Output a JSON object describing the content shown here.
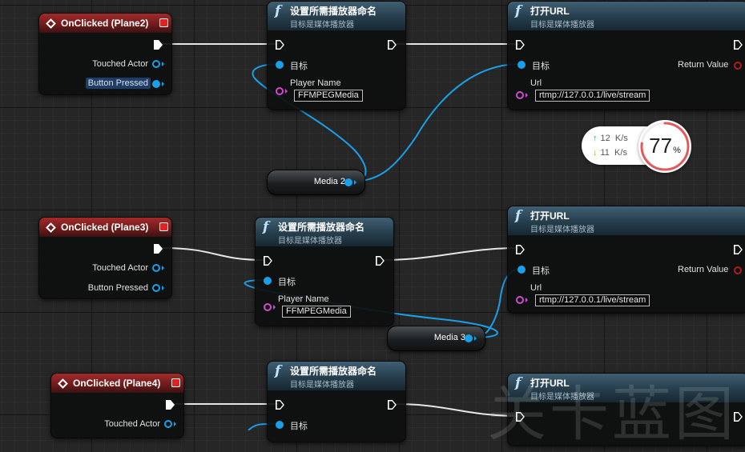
{
  "events": [
    {
      "title": "OnClicked (Plane2)",
      "touched_actor": "Touched Actor",
      "button_pressed": "Button Pressed"
    },
    {
      "title": "OnClicked (Plane3)",
      "touched_actor": "Touched Actor",
      "button_pressed": "Button Pressed"
    },
    {
      "title": "OnClicked (Plane4)",
      "touched_actor": "Touched Actor"
    }
  ],
  "set_player_nodes": [
    {
      "title": "设置所需播放器命名",
      "subtitle": "目标是媒体播放器",
      "target": "目标",
      "player_name_label": "Player Name",
      "player_name_value": "FFMPEGMedia"
    },
    {
      "title": "设置所需播放器命名",
      "subtitle": "目标是媒体播放器",
      "target": "目标",
      "player_name_label": "Player Name",
      "player_name_value": "FFMPEGMedia"
    },
    {
      "title": "设置所需播放器命名",
      "subtitle": "目标是媒体播放器",
      "target": "目标"
    }
  ],
  "open_url_nodes": [
    {
      "title": "打开URL",
      "subtitle": "目标是媒体播放器",
      "target": "目标",
      "return_value": "Return Value",
      "url_label": "Url",
      "url_value": "rtmp://127.0.0.1/live/stream"
    },
    {
      "title": "打开URL",
      "subtitle": "目标是媒体播放器",
      "target": "目标",
      "return_value": "Return Value",
      "url_label": "Url",
      "url_value": "rtmp://127.0.0.1/live/stream"
    },
    {
      "title": "打开URL",
      "subtitle": "目标是媒体播放器"
    }
  ],
  "variables": [
    {
      "label": "Media 2"
    },
    {
      "label": "Media 3"
    }
  ],
  "network_overlay": {
    "upload": "12",
    "upload_unit": "K/s",
    "download": "11",
    "download_unit": "K/s",
    "usage_percent": 77,
    "usage_text": "77",
    "percent_sign": "%"
  },
  "watermark": "关卡蓝图",
  "colors": {
    "exec_wire": "#e6e6e6",
    "object_wire": "#1aa0e8",
    "event_header": "#a22a2a",
    "function_header": "#3f5f72",
    "gauge_arc": "#e35a5a"
  }
}
